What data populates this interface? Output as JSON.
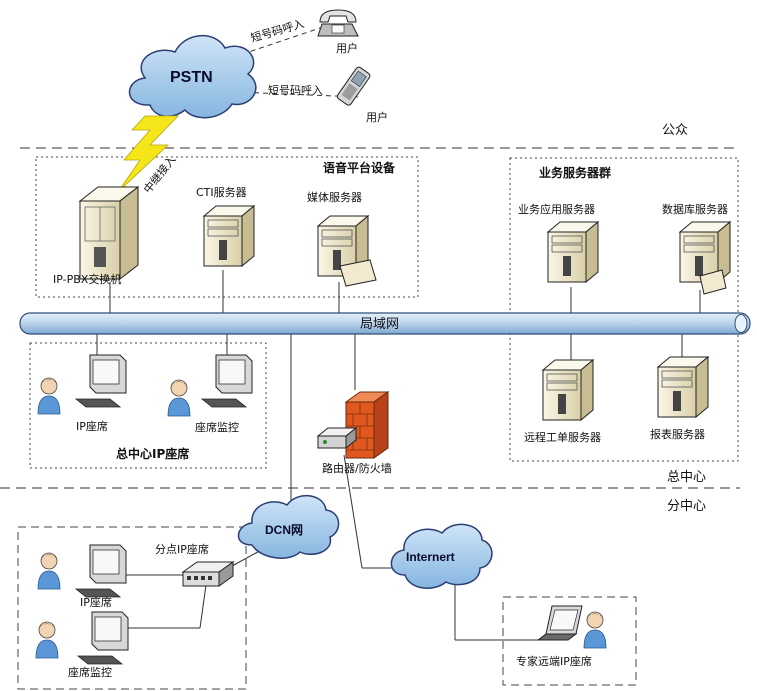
{
  "clouds": {
    "pstn": "PSTN",
    "dcn": "DCN网",
    "internet": "Internert"
  },
  "pstn_side": {
    "call_1": "短号码呼入",
    "call_2": "短号码呼入",
    "user_1": "用户",
    "user_2": "用户",
    "trunk": "中继接入"
  },
  "zones": {
    "public": "公众",
    "headquarters": "总中心",
    "branch": "分中心"
  },
  "voice_platform": {
    "title": "语音平台设备",
    "ippbx": "IP-PBX交换机",
    "cti": "CTI服务器",
    "media": "媒体服务器"
  },
  "business_servers": {
    "title": "业务服务器群",
    "app": "业务应用服务器",
    "db": "数据库服务器",
    "remote_ticket": "远程工单服务器",
    "report": "报表服务器"
  },
  "lan": {
    "label": "局域网"
  },
  "hq_seats": {
    "title": "总中心IP座席",
    "seat": "IP座席",
    "monitor": "座席监控"
  },
  "router": {
    "label": "路由器/防火墙"
  },
  "branch_seats": {
    "title": "分点IP座席",
    "seat": "IP座席",
    "monitor": "座席监控"
  },
  "expert": {
    "label": "专家远端IP座席"
  },
  "colors": {
    "cloud": "#9ec6e8",
    "lan": "#b9d3ec",
    "server": "#f2ead0",
    "firewall": "#e0581e",
    "bolt": "#f5e61a",
    "person": "#5b97d6"
  }
}
